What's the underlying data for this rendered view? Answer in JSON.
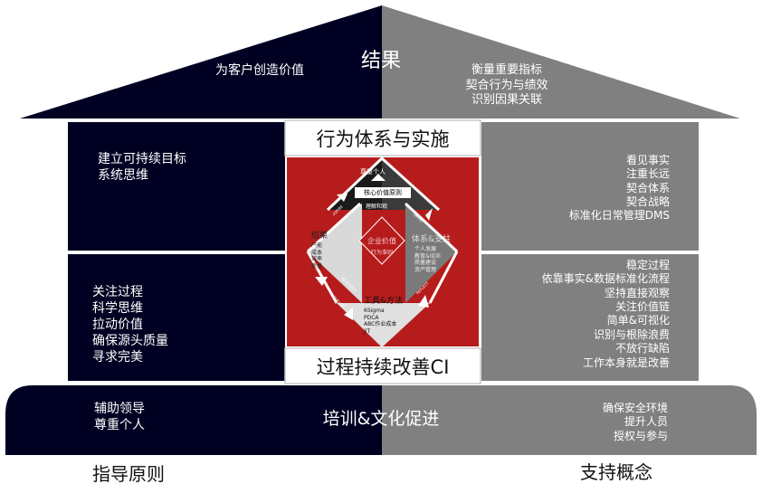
{
  "roof": {
    "title": "结果",
    "left_text": "为客户创造价值",
    "right_lines": [
      "衡量重要指标",
      "契合行为与绩效",
      "识别因果关联"
    ]
  },
  "center": {
    "top_banner": "行为体系与实施",
    "bottom_banner": "过程持续改善CI",
    "diamond": {
      "center_title": "企业价值",
      "center_subtitle": "行为准则",
      "top_box": {
        "title": "尊重个人",
        "mid": "核心价值原则",
        "bottom": "理解和观"
      },
      "left_box": {
        "title": "结果",
        "items": [
          "产能",
          "成本",
          "效率",
          "质量"
        ]
      },
      "right_box": {
        "title": "体系&支柱",
        "items": [
          "个人发展",
          "教育&培训",
          "质量建设",
          "资产管理"
        ]
      },
      "bottom_box": {
        "title": "工具&方法",
        "items": [
          "6Sigma",
          "PDCA",
          "ABC作业成本",
          "JIT"
        ]
      },
      "arrow_labels": [
        "ASPIRE",
        "ALIGN",
        "DRIVE",
        "REFLECT",
        "DEVELOP",
        "REINFORCE"
      ]
    }
  },
  "left_panel_upper": [
    "建立可持续目标",
    "系统思维"
  ],
  "left_panel_lower": [
    "关注过程",
    "科学思维",
    "拉动价值",
    "确保源头质量",
    "寻求完美"
  ],
  "right_panel_upper": [
    "看见事实",
    "注重长远",
    "契合体系",
    "契合战略",
    "标准化日常管理DMS"
  ],
  "right_panel_lower": [
    "稳定过程",
    "依靠事实&数据标准化流程",
    "坚持直接观察",
    "关注价值链",
    "简单&可视化",
    "识别与根除浪费",
    "不放行缺陷",
    "工作本身就是改善"
  ],
  "base": {
    "center_text": "培训&文化促进",
    "left_lines": [
      "辅助领导",
      "尊重个人"
    ],
    "right_lines": [
      "确保安全环境",
      "提升人员",
      "授权与参与"
    ]
  },
  "captions": {
    "left": "指导原则",
    "right": "支持概念"
  },
  "colors": {
    "dark": "#000022",
    "gray": "#808080",
    "red": "#b71c1c",
    "white": "#ffffff"
  }
}
